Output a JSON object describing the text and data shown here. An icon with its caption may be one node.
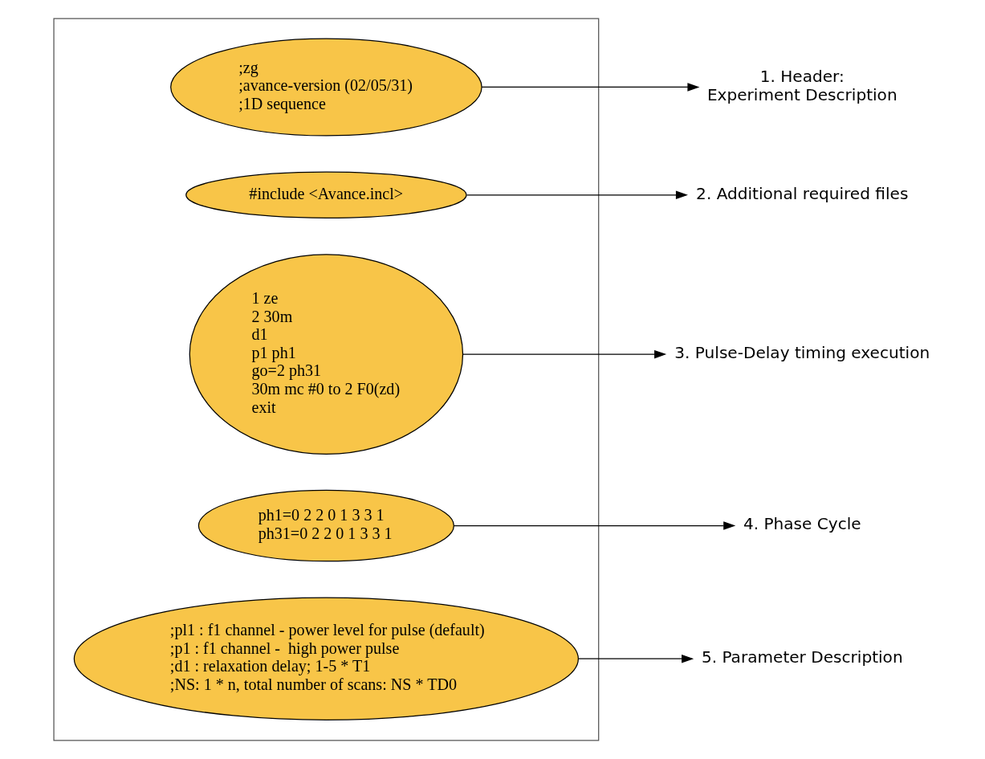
{
  "diagram": {
    "nodes": [
      {
        "text": [],
        "shape": "box"
      },
      {
        "text": [
          ";zg",
          ";avance-version (02/05/31)",
          ";1D sequence"
        ],
        "in": 0
      },
      {
        "text": [
          "#include <Avance.incl>"
        ],
        "in": 0
      },
      {
        "text": [
          "1 ze",
          "2 30m",
          "d1",
          "p1 ph1",
          "go=2 ph31",
          "30m mc #0 to 2 F0(zd)",
          "exit"
        ],
        "in": 0
      },
      {
        "text": [
          "ph1=0 2 2 0 1 3 3 1",
          "ph31=0 2 2 0 1 3 3 1"
        ],
        "in": 0
      },
      {
        "text": [
          ";pl1 : f1 channel - power level for pulse (default)",
          ";p1 : f1 channel -  high power pulse",
          ";d1 : relaxation delay; 1-5 * T1",
          ";NS: 1 * n, total number of scans: NS * TD0"
        ],
        "in": 0
      },
      {
        "text": [
          "1. Header:",
          "Experiment Description"
        ]
      },
      {
        "text": [
          "2. Additional required files"
        ]
      },
      {
        "text": [
          "3. Pulse-Delay timing execution"
        ]
      },
      {
        "text": [
          "4. Phase Cycle"
        ]
      },
      {
        "text": [
          "5. Parameter Description"
        ]
      }
    ],
    "edges": [
      {
        "from": 1,
        "to": 6,
        "arrow": "to"
      },
      {
        "from": 2,
        "to": 7,
        "arrow": "to"
      },
      {
        "from": 3,
        "to": 8,
        "arrow": "to"
      },
      {
        "from": 4,
        "to": 9,
        "arrow": "to"
      },
      {
        "from": 5,
        "to": 10,
        "arrow": "to"
      }
    ]
  }
}
